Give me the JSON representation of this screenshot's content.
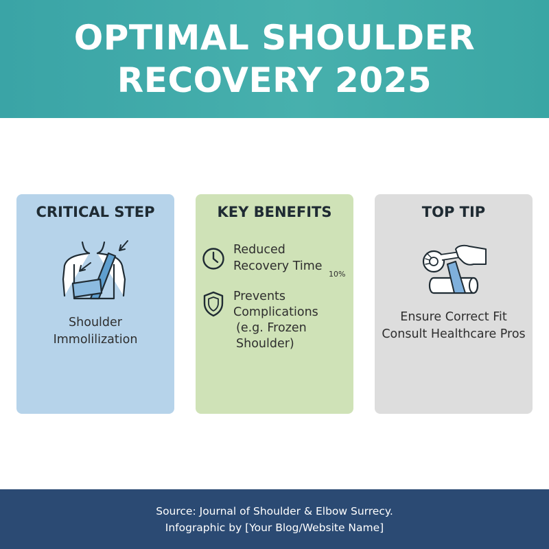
{
  "header": {
    "title_line1": "OPTIMAL SHOULDER",
    "title_line2": "RECOVERY 2025",
    "background_color": "#41aaa9"
  },
  "cards": [
    {
      "heading": "CRITICAL STEP",
      "icon": "shoulder-sling-icon",
      "body_line1": "Shoulder",
      "body_line2": "Immolilization",
      "background_color": "#b6d3ea"
    },
    {
      "heading": "KEY BENEFITS",
      "background_color": "#cfe2b7",
      "benefits": [
        {
          "icon": "clock-icon",
          "line1": "Reduced",
          "line2": "Recovery Time",
          "stat": "10%"
        },
        {
          "icon": "shield-icon",
          "line1": "Prevents",
          "line2": "Complications",
          "line3": "(e.g. Frozen",
          "line4": "Shoulder)"
        }
      ]
    },
    {
      "heading": "TOP TIP",
      "icon": "measuring-tape-hand-icon",
      "body_line1": "Ensure Correct Fit",
      "body_line2": "Consult Healthcare Pros",
      "background_color": "#dddddd"
    }
  ],
  "footer": {
    "line1": "Source: Journal of Shoulder & Elbow Surrecy.",
    "line2": "Infographic by [Your Blog/Website Name]",
    "background_color": "#2b4a73"
  }
}
